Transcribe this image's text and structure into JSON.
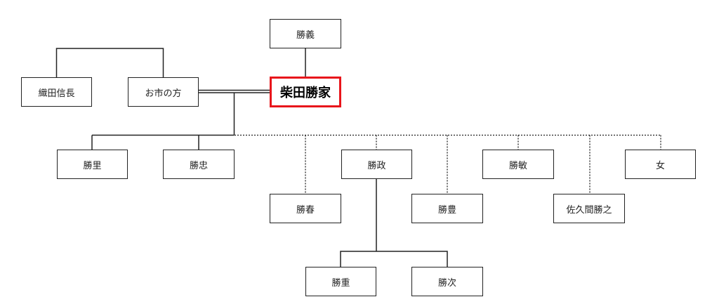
{
  "diagram": {
    "accent_color": "#e8151b",
    "focus": "柴田勝家",
    "parents": {
      "father": "勝義"
    },
    "in_laws": {
      "brother_in_law": "織田信長",
      "wife": "お市の方"
    },
    "children_solid": [
      "勝里",
      "勝忠"
    ],
    "children_dotted": [
      "勝春",
      "勝政",
      "勝豊",
      "勝敏",
      "佐久間勝之",
      "女"
    ],
    "grandchildren": [
      "勝重",
      "勝次"
    ]
  }
}
